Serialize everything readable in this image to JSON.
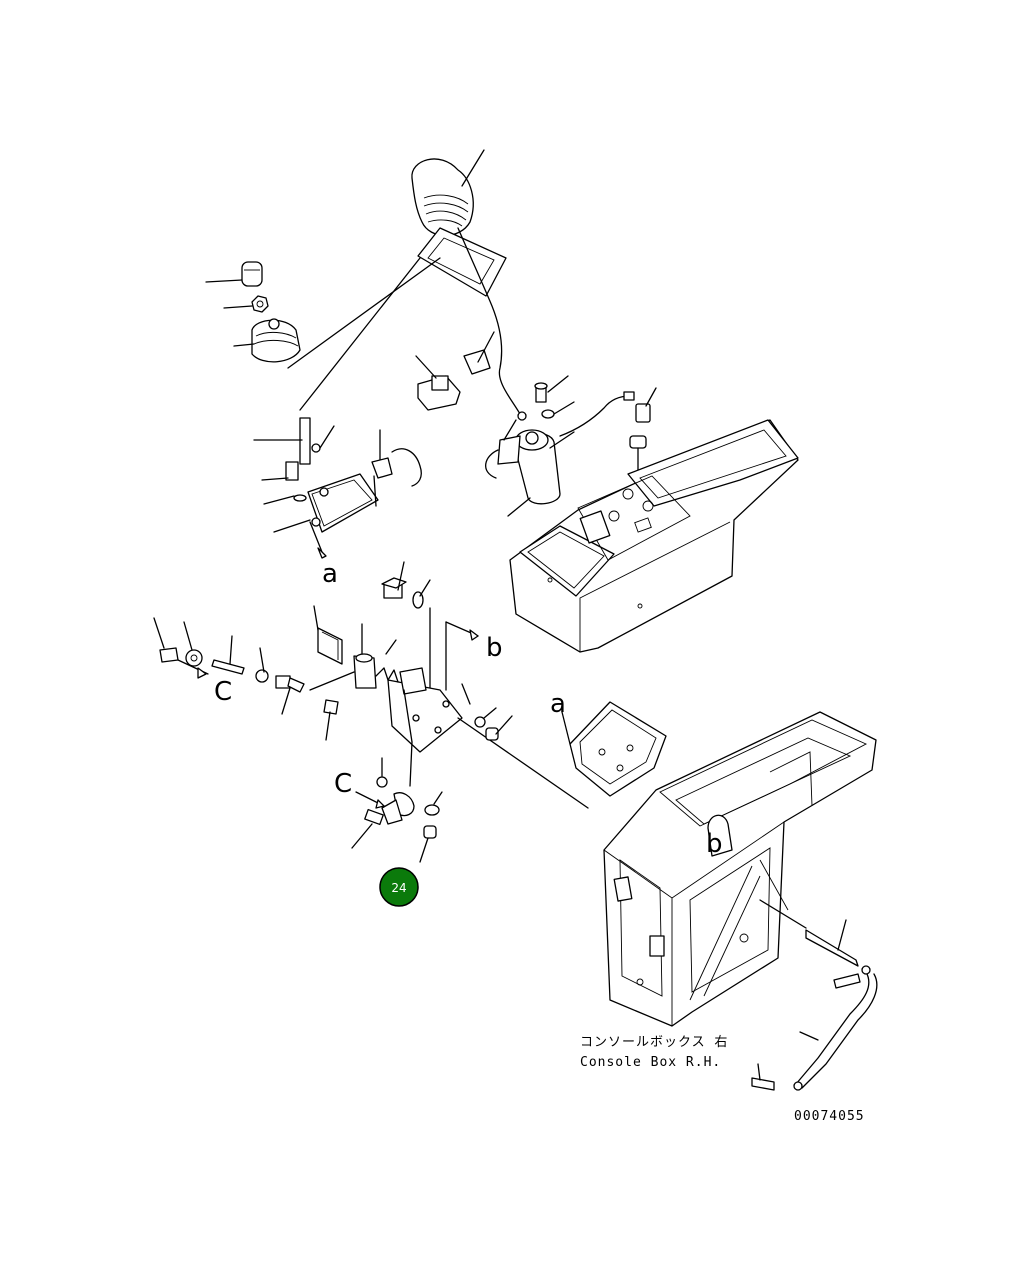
{
  "labels": {
    "ref_a_top": "a",
    "ref_b": "b",
    "ref_c_left": "C",
    "ref_c_mid": "C",
    "ref_a_right": "a",
    "ref_b_frame": "b"
  },
  "caption": {
    "jp": "コンソールボックス 右",
    "en": "Console Box R.H."
  },
  "drawing_number": "00074055",
  "callout": {
    "number": "24",
    "color": "#0b7a0b"
  }
}
